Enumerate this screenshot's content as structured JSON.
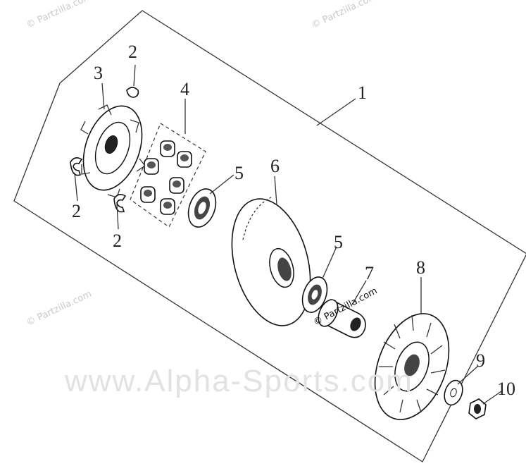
{
  "callouts": {
    "c1": "1",
    "c2a": "2",
    "c2b": "2",
    "c2c": "2",
    "c3": "3",
    "c4": "4",
    "c5a": "5",
    "c5b": "5",
    "c6": "6",
    "c7": "7",
    "c8": "8",
    "c9": "9",
    "c10": "10"
  },
  "watermarks": {
    "partzilla_top_left": "© Partzilla.com",
    "partzilla_top_right": "© Partzilla.com",
    "partzilla_left": "© Partzilla.com",
    "partzilla_center": "© Partzilla.com",
    "alpha_sports": "www.Alpha-Sports.com"
  }
}
